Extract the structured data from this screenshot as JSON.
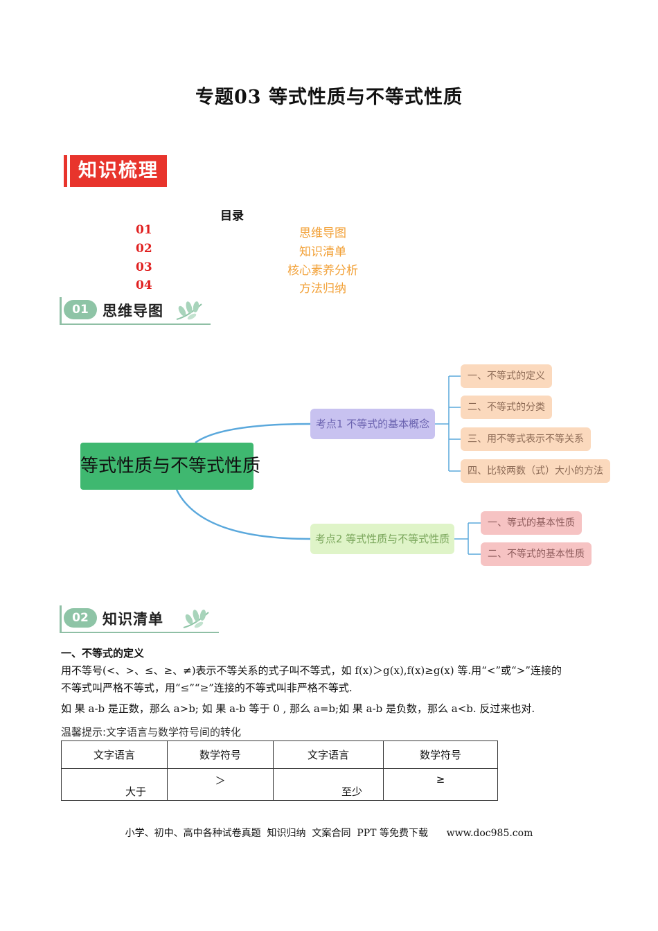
{
  "title": "专题03 等式性质与不等式性质",
  "banner": "知识梳理",
  "toc": {
    "heading": "目录",
    "items": [
      {
        "num": "01",
        "label": "思维导图"
      },
      {
        "num": "02",
        "label": "知识清单"
      },
      {
        "num": "03",
        "label": "核心素养分析"
      },
      {
        "num": "04",
        "label": "方法归纳"
      }
    ]
  },
  "sections": [
    {
      "num": "01",
      "name": "思维导图"
    },
    {
      "num": "02",
      "name": "知识清单"
    }
  ],
  "mindmap": {
    "root": "等式性质与不等式性质",
    "branches": [
      {
        "label": "考点1 不等式的基本概念",
        "leaves": [
          "一、不等式的定义",
          "二、不等式的分类",
          "三、用不等式表示不等关系",
          "四、比较两数（式）大小的方法"
        ]
      },
      {
        "label": "考点2 等式性质与不等式性质",
        "leaves": [
          "一、等式的基本性质",
          "二、不等式的基本性质"
        ]
      }
    ]
  },
  "content": {
    "heading": "一、不等式的定义",
    "line1": "用不等号(<、>、≤、≥、≠)表示不等关系的式子叫不等式，如 f(x)＞g(x),f(x)≥g(x) 等.用“<”或“>”连接的",
    "line2": "不等式叫严格不等式，用“≤”“≥”连接的不等式叫非严格不等式.",
    "line3": "如  果 a-b 是正数，那么 a>b; 如  果 a-b 等于 0 , 那么 a=b;如  果 a-b 是负数，那么 a<b. 反过来也对.",
    "tip": "温馨提示:文字语言与数学符号间的转化"
  },
  "table": {
    "headers": [
      "文字语言",
      "数学符号",
      "文字语言",
      "数学符号"
    ],
    "row": [
      "大于",
      "＞",
      "至少",
      "≥"
    ]
  },
  "footer": "小学、初中、高中各种试卷真题  知识归纳  文案合同  PPT 等免费下载      www.doc985.com"
}
